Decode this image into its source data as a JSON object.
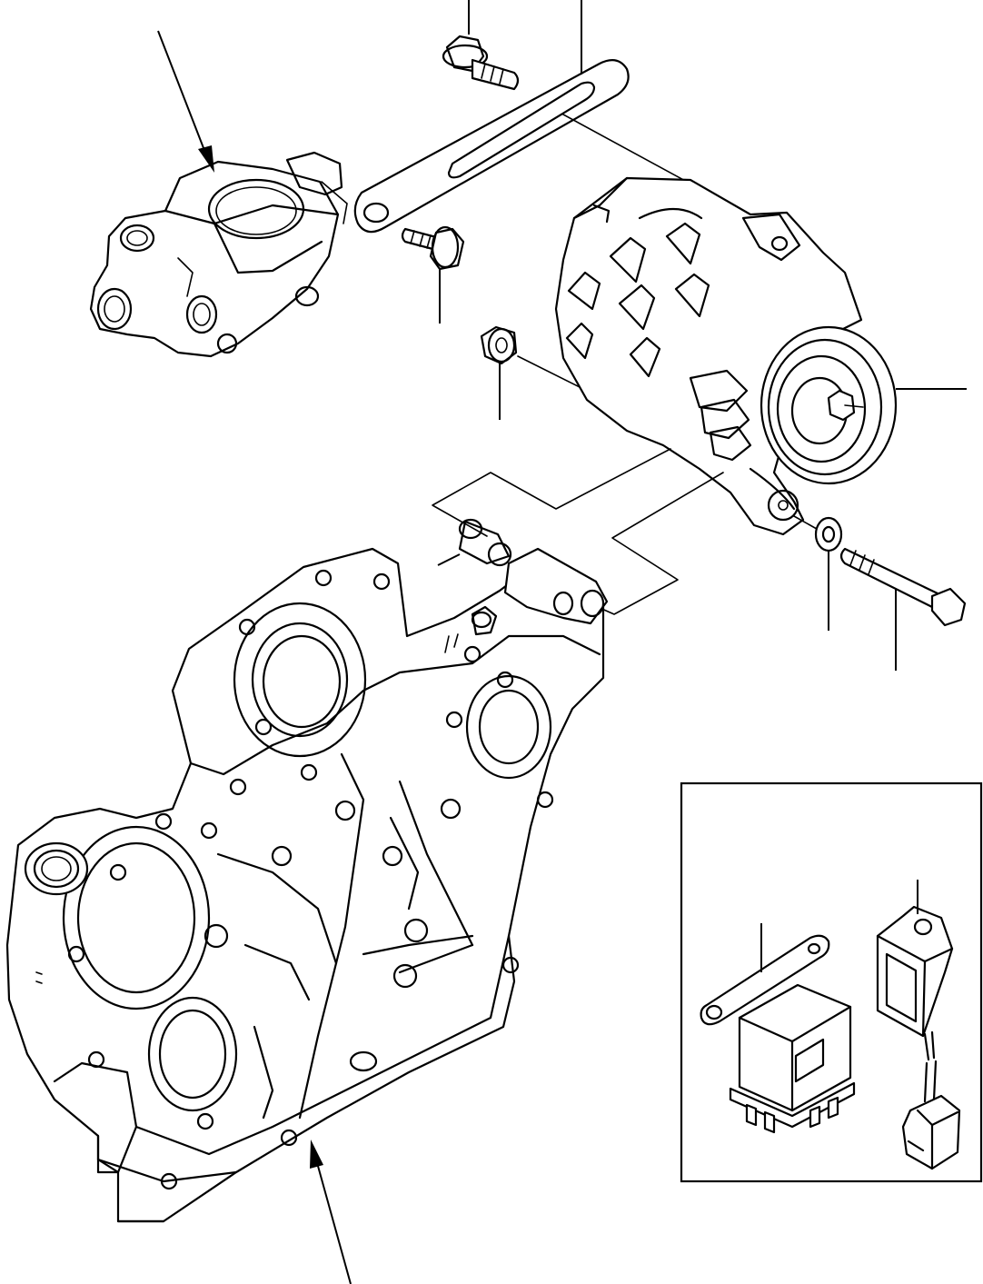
{
  "diagram": {
    "colors": {
      "line": "#000000",
      "background": "#ffffff"
    },
    "parts": [
      "water-pump",
      "adjusting-bar",
      "flange-bolt-top",
      "flange-bolt-middle",
      "alternator",
      "alternator-pulley",
      "nut",
      "collar",
      "washer",
      "mounting-bolt",
      "gear-case",
      "relay",
      "regulator",
      "inset-frame"
    ],
    "leader_count": 12
  }
}
